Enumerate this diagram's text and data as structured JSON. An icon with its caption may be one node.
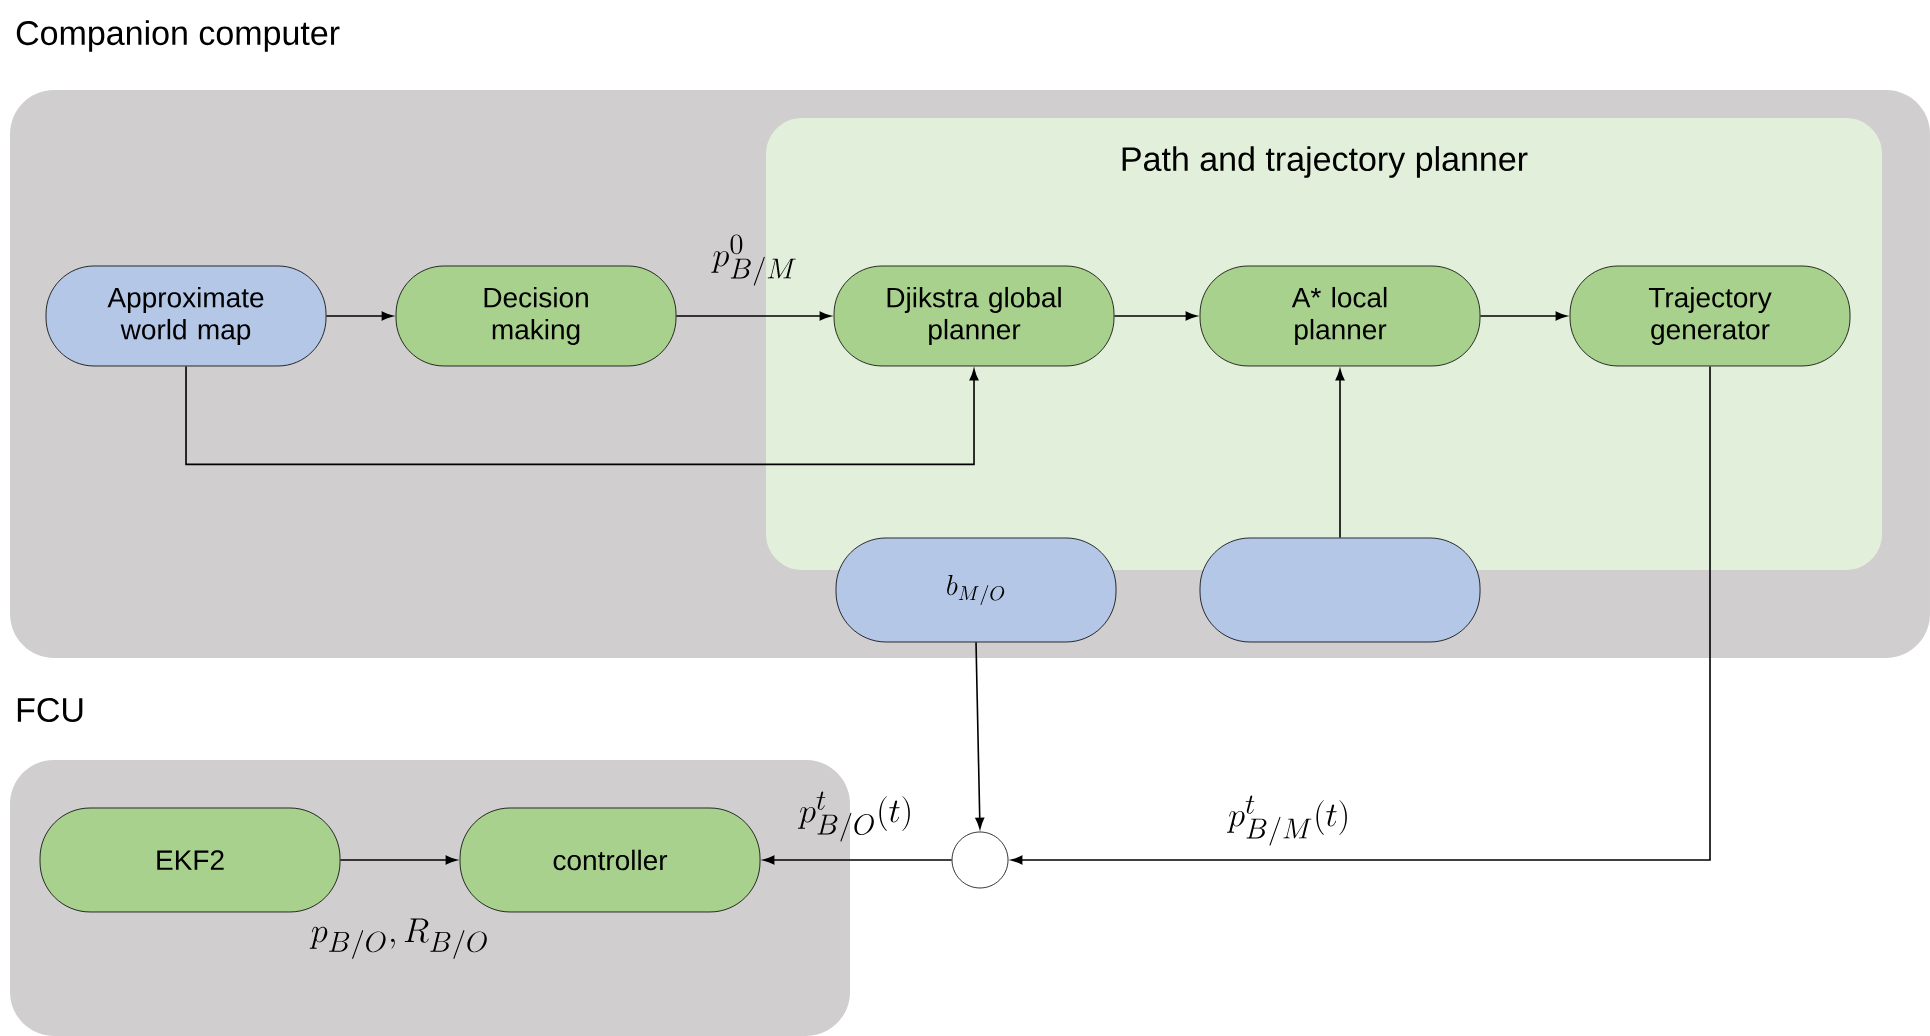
{
  "diagram": {
    "nodes": [
      {
        "text": [
          "Companion computer"
        ]
      },
      {
        "text": [
          "Path and trajectory planner"
        ],
        "in": 0
      },
      {
        "text": [
          "Approximate world map"
        ],
        "in": 0
      },
      {
        "text": [
          "Decision making"
        ],
        "in": 0
      },
      {
        "text": [
          "Djikstra global planner"
        ],
        "in": 1
      },
      {
        "text": [
          "A* local planner"
        ],
        "in": 1
      },
      {
        "text": [
          "Trajectory generator"
        ],
        "in": 1
      },
      {
        "text": [
          "b_{M/O}"
        ],
        "in": 0
      },
      {
        "text": [],
        "shape": "box",
        "in": 0
      },
      {
        "text": [
          "FCU"
        ]
      },
      {
        "text": [
          "EKF2"
        ],
        "in": 9
      },
      {
        "text": [
          "controller"
        ],
        "in": 9
      },
      {
        "text": [],
        "shape": "circle"
      }
    ],
    "edges": [
      {
        "from": 2,
        "to": 3,
        "arrow": "to"
      },
      {
        "from": 3,
        "to": 4,
        "arrow": "to",
        "label": "p^{0}_{B/M}"
      },
      {
        "from": 2,
        "to": 4,
        "arrow": "to"
      },
      {
        "from": 4,
        "to": 5,
        "arrow": "to"
      },
      {
        "from": 5,
        "to": 6,
        "arrow": "to"
      },
      {
        "from": 8,
        "to": 5,
        "arrow": "to"
      },
      {
        "from": 7,
        "to": 12,
        "arrow": "to"
      },
      {
        "from": 6,
        "to": 12,
        "arrow": "to",
        "label": "p^{t}_{B/M}(t)"
      },
      {
        "from": 12,
        "to": 11,
        "arrow": "to",
        "label": "p^{t}_{B/O}(t)"
      },
      {
        "from": 10,
        "to": 11,
        "arrow": "to",
        "label": "p_{B/O},R_{B/O}"
      }
    ]
  }
}
